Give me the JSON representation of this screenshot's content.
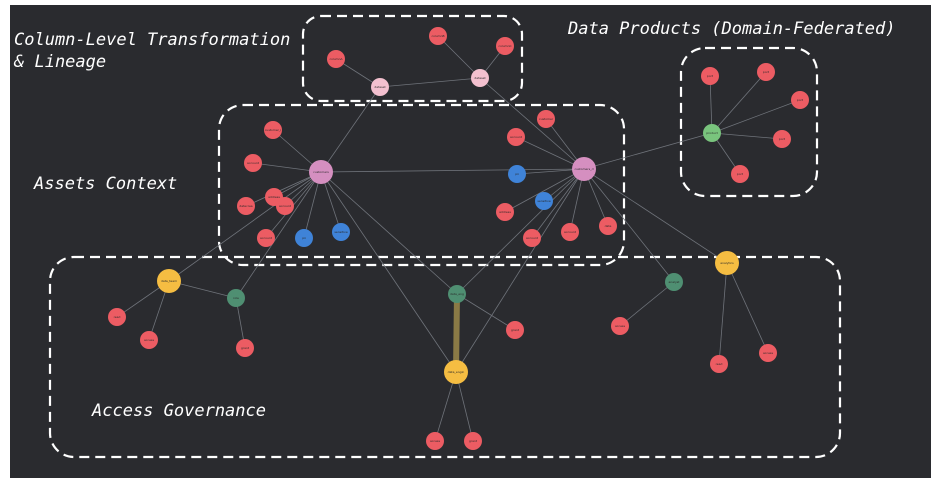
{
  "regions": {
    "lineage": {
      "title_line1": "Column-Level Transformation",
      "title_line2": "& Lineage"
    },
    "data_products": {
      "title": "Data Products (Domain-Federated)"
    },
    "assets_context": {
      "title": "Assets Context"
    },
    "access_governance": {
      "title": "Access Governance"
    }
  },
  "colors": {
    "background": "#2a2b2f",
    "region_border": "#ffffff",
    "edge": "#6f737a",
    "edge_highlight": "#8a7a46",
    "table_node": "#d58fc0",
    "column_node": "#ec5c63",
    "dataset_node": "#f3c0cf",
    "tag_node": "#3f83d8",
    "group_node": "#4f8f72",
    "product_node": "#79c47d",
    "person_node": "#f5bd42"
  },
  "graph": {
    "nodes": [
      {
        "id": "l1",
        "label": "columnA",
        "kind": "column"
      },
      {
        "id": "l2",
        "label": "columnB",
        "kind": "column"
      },
      {
        "id": "l3",
        "label": "columnC",
        "kind": "column"
      },
      {
        "id": "l4",
        "label": "dataset",
        "kind": "dataset"
      },
      {
        "id": "l5",
        "label": "dataset",
        "kind": "dataset"
      },
      {
        "id": "t1",
        "label": "customers",
        "kind": "table"
      },
      {
        "id": "t2",
        "label": "customers_d",
        "kind": "table"
      },
      {
        "id": "a1",
        "label": "customer_i",
        "kind": "column"
      },
      {
        "id": "a2",
        "label": "account",
        "kind": "column"
      },
      {
        "id": "a3",
        "label": "address",
        "kind": "column"
      },
      {
        "id": "a4",
        "label": "datecrea",
        "kind": "column"
      },
      {
        "id": "a5",
        "label": "account",
        "kind": "column"
      },
      {
        "id": "a6",
        "label": "account",
        "kind": "column"
      },
      {
        "id": "a7",
        "label": "pii",
        "kind": "tag"
      },
      {
        "id": "a8",
        "label": "sensitive",
        "kind": "tag"
      },
      {
        "id": "b1",
        "label": "customer",
        "kind": "column"
      },
      {
        "id": "b2",
        "label": "account",
        "kind": "column"
      },
      {
        "id": "b3",
        "label": "pii",
        "kind": "tag"
      },
      {
        "id": "b4",
        "label": "sensitive",
        "kind": "tag"
      },
      {
        "id": "b5",
        "label": "address",
        "kind": "column"
      },
      {
        "id": "b6",
        "label": "account",
        "kind": "column"
      },
      {
        "id": "b7",
        "label": "account",
        "kind": "column"
      },
      {
        "id": "b8",
        "label": "date",
        "kind": "column"
      },
      {
        "id": "p0",
        "label": "product",
        "kind": "product"
      },
      {
        "id": "p1",
        "label": "port",
        "kind": "column"
      },
      {
        "id": "p2",
        "label": "port",
        "kind": "column"
      },
      {
        "id": "p3",
        "label": "port",
        "kind": "column"
      },
      {
        "id": "p4",
        "label": "port",
        "kind": "column"
      },
      {
        "id": "p5",
        "label": "port",
        "kind": "column"
      },
      {
        "id": "g1",
        "label": "data_team",
        "kind": "person"
      },
      {
        "id": "g2",
        "label": "role",
        "kind": "group"
      },
      {
        "id": "g3",
        "label": "data_eng",
        "kind": "group"
      },
      {
        "id": "g4",
        "label": "data_engin",
        "kind": "person"
      },
      {
        "id": "g5",
        "label": "analyst",
        "kind": "group"
      },
      {
        "id": "g6",
        "label": "analytics",
        "kind": "person"
      },
      {
        "id": "r1",
        "label": "read",
        "kind": "column"
      },
      {
        "id": "r2",
        "label": "access",
        "kind": "column"
      },
      {
        "id": "r3",
        "label": "grant",
        "kind": "column"
      },
      {
        "id": "r4",
        "label": "grant",
        "kind": "column"
      },
      {
        "id": "r5",
        "label": "access",
        "kind": "column"
      },
      {
        "id": "r6",
        "label": "grant",
        "kind": "column"
      },
      {
        "id": "r7",
        "label": "access",
        "kind": "column"
      },
      {
        "id": "r8",
        "label": "read",
        "kind": "column"
      },
      {
        "id": "r9",
        "label": "access",
        "kind": "column"
      }
    ],
    "edges": [
      {
        "from": "l1",
        "to": "l4"
      },
      {
        "from": "l4",
        "to": "l5"
      },
      {
        "from": "l2",
        "to": "l5"
      },
      {
        "from": "l3",
        "to": "l5"
      },
      {
        "from": "l4",
        "to": "t1"
      },
      {
        "from": "l5",
        "to": "t2"
      },
      {
        "from": "t1",
        "to": "a1"
      },
      {
        "from": "t1",
        "to": "a2"
      },
      {
        "from": "t1",
        "to": "a3"
      },
      {
        "from": "t1",
        "to": "a4"
      },
      {
        "from": "t1",
        "to": "a5"
      },
      {
        "from": "t1",
        "to": "a6"
      },
      {
        "from": "t1",
        "to": "a7"
      },
      {
        "from": "t1",
        "to": "a8"
      },
      {
        "from": "t1",
        "to": "t2"
      },
      {
        "from": "t2",
        "to": "b1"
      },
      {
        "from": "t2",
        "to": "b2"
      },
      {
        "from": "t2",
        "to": "b3"
      },
      {
        "from": "t2",
        "to": "b4"
      },
      {
        "from": "t2",
        "to": "b5"
      },
      {
        "from": "t2",
        "to": "b6"
      },
      {
        "from": "t2",
        "to": "b7"
      },
      {
        "from": "t2",
        "to": "b8"
      },
      {
        "from": "t2",
        "to": "p0"
      },
      {
        "from": "p0",
        "to": "p1"
      },
      {
        "from": "p0",
        "to": "p2"
      },
      {
        "from": "p0",
        "to": "p3"
      },
      {
        "from": "p0",
        "to": "p4"
      },
      {
        "from": "p0",
        "to": "p5"
      },
      {
        "from": "t1",
        "to": "g1"
      },
      {
        "from": "t1",
        "to": "g2"
      },
      {
        "from": "t1",
        "to": "g4"
      },
      {
        "from": "g1",
        "to": "g2"
      },
      {
        "from": "g1",
        "to": "r1"
      },
      {
        "from": "g1",
        "to": "r2"
      },
      {
        "from": "g2",
        "to": "r3"
      },
      {
        "from": "t1",
        "to": "g3"
      },
      {
        "from": "t2",
        "to": "g3"
      },
      {
        "from": "g3",
        "to": "r4"
      },
      {
        "from": "g3",
        "to": "g4",
        "highlight": true
      },
      {
        "from": "t2",
        "to": "g4"
      },
      {
        "from": "g4",
        "to": "r5"
      },
      {
        "from": "g4",
        "to": "r6"
      },
      {
        "from": "t2",
        "to": "g5"
      },
      {
        "from": "g5",
        "to": "r7"
      },
      {
        "from": "t2",
        "to": "g6"
      },
      {
        "from": "g6",
        "to": "r8"
      },
      {
        "from": "g6",
        "to": "r9"
      }
    ]
  }
}
